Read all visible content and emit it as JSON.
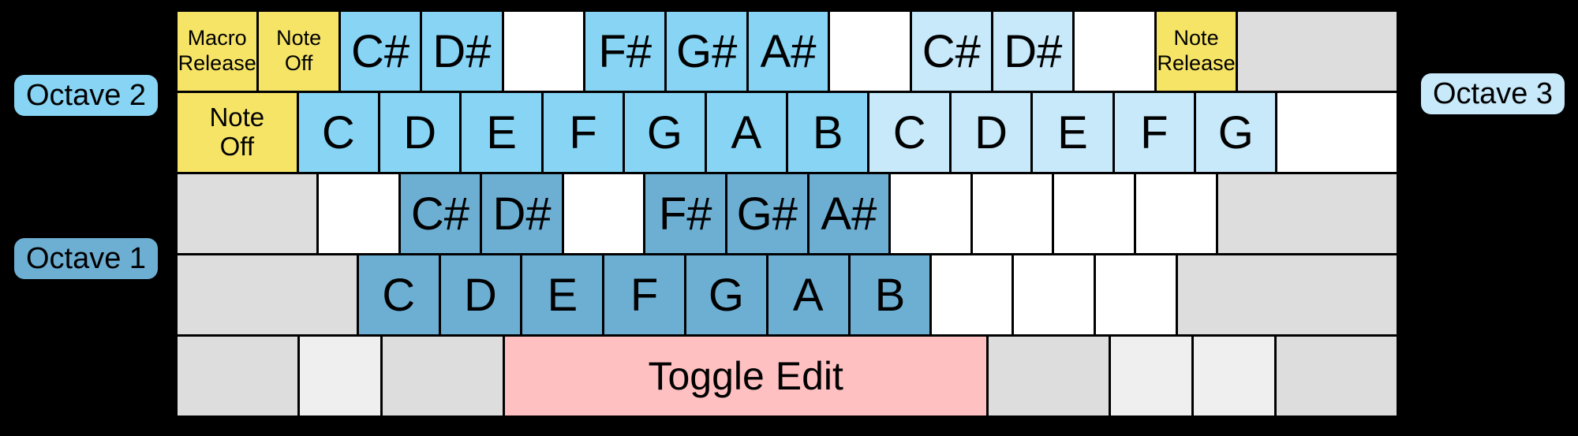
{
  "badges": {
    "octave2": "Octave 2",
    "octave1": "Octave 1",
    "octave3": "Octave 3"
  },
  "colors": {
    "octave1_blue": "#6DAFD3",
    "octave2_blue": "#87D4F4",
    "octave3_blue": "#C7E9FA",
    "function_yellow": "#F6E467",
    "toggle_pink": "#FFC0C1",
    "modifier_gray": "#DDDDDD",
    "modifier_light_gray": "#EFEFEF",
    "unassigned_white": "#FFFFFF",
    "background_black": "#000000"
  },
  "keyboard": {
    "rows": [
      {
        "name": "number-row",
        "keys": [
          {
            "label": "Macro\nRelease",
            "color": "function_yellow",
            "w": 1,
            "size": "s"
          },
          {
            "label": "Note\nOff",
            "color": "function_yellow",
            "w": 1,
            "size": "s"
          },
          {
            "label": "C#",
            "color": "octave2_blue",
            "w": 1,
            "size": "xl"
          },
          {
            "label": "D#",
            "color": "octave2_blue",
            "w": 1,
            "size": "xl"
          },
          {
            "label": "",
            "color": "unassigned_white",
            "w": 1,
            "size": "xl"
          },
          {
            "label": "F#",
            "color": "octave2_blue",
            "w": 1,
            "size": "xl"
          },
          {
            "label": "G#",
            "color": "octave2_blue",
            "w": 1,
            "size": "xl"
          },
          {
            "label": "A#",
            "color": "octave2_blue",
            "w": 1,
            "size": "xl"
          },
          {
            "label": "",
            "color": "unassigned_white",
            "w": 1,
            "size": "xl"
          },
          {
            "label": "C#",
            "color": "octave3_blue",
            "w": 1,
            "size": "xl"
          },
          {
            "label": "D#",
            "color": "octave3_blue",
            "w": 1,
            "size": "xl"
          },
          {
            "label": "",
            "color": "unassigned_white",
            "w": 1,
            "size": "xl"
          },
          {
            "label": "Note\nRelease",
            "color": "function_yellow",
            "w": 1,
            "size": "s"
          },
          {
            "label": "",
            "color": "modifier_gray",
            "w": 2,
            "size": "xl"
          }
        ]
      },
      {
        "name": "upper-letter-row",
        "keys": [
          {
            "label": "Note\nOff",
            "color": "function_yellow",
            "w": 1.5,
            "size": "m"
          },
          {
            "label": "C",
            "color": "octave2_blue",
            "w": 1,
            "size": "xl"
          },
          {
            "label": "D",
            "color": "octave2_blue",
            "w": 1,
            "size": "xl"
          },
          {
            "label": "E",
            "color": "octave2_blue",
            "w": 1,
            "size": "xl"
          },
          {
            "label": "F",
            "color": "octave2_blue",
            "w": 1,
            "size": "xl"
          },
          {
            "label": "G",
            "color": "octave2_blue",
            "w": 1,
            "size": "xl"
          },
          {
            "label": "A",
            "color": "octave2_blue",
            "w": 1,
            "size": "xl"
          },
          {
            "label": "B",
            "color": "octave2_blue",
            "w": 1,
            "size": "xl"
          },
          {
            "label": "C",
            "color": "octave3_blue",
            "w": 1,
            "size": "xl"
          },
          {
            "label": "D",
            "color": "octave3_blue",
            "w": 1,
            "size": "xl"
          },
          {
            "label": "E",
            "color": "octave3_blue",
            "w": 1,
            "size": "xl"
          },
          {
            "label": "F",
            "color": "octave3_blue",
            "w": 1,
            "size": "xl"
          },
          {
            "label": "G",
            "color": "octave3_blue",
            "w": 1,
            "size": "xl"
          },
          {
            "label": "",
            "color": "unassigned_white",
            "w": 1.5,
            "size": "xl"
          }
        ]
      },
      {
        "name": "home-row",
        "keys": [
          {
            "label": "",
            "color": "modifier_gray",
            "w": 1.75,
            "size": "xl"
          },
          {
            "label": "",
            "color": "unassigned_white",
            "w": 1,
            "size": "xl"
          },
          {
            "label": "C#",
            "color": "octave1_blue",
            "w": 1,
            "size": "xl"
          },
          {
            "label": "D#",
            "color": "octave1_blue",
            "w": 1,
            "size": "xl"
          },
          {
            "label": "",
            "color": "unassigned_white",
            "w": 1,
            "size": "xl"
          },
          {
            "label": "F#",
            "color": "octave1_blue",
            "w": 1,
            "size": "xl"
          },
          {
            "label": "G#",
            "color": "octave1_blue",
            "w": 1,
            "size": "xl"
          },
          {
            "label": "A#",
            "color": "octave1_blue",
            "w": 1,
            "size": "xl"
          },
          {
            "label": "",
            "color": "unassigned_white",
            "w": 1,
            "size": "xl"
          },
          {
            "label": "",
            "color": "unassigned_white",
            "w": 1,
            "size": "xl"
          },
          {
            "label": "",
            "color": "unassigned_white",
            "w": 1,
            "size": "xl"
          },
          {
            "label": "",
            "color": "unassigned_white",
            "w": 1,
            "size": "xl"
          },
          {
            "label": "",
            "color": "modifier_gray",
            "w": 2.25,
            "size": "xl"
          }
        ]
      },
      {
        "name": "lower-letter-row",
        "keys": [
          {
            "label": "",
            "color": "modifier_gray",
            "w": 2.25,
            "size": "xl"
          },
          {
            "label": "C",
            "color": "octave1_blue",
            "w": 1,
            "size": "xl"
          },
          {
            "label": "D",
            "color": "octave1_blue",
            "w": 1,
            "size": "xl"
          },
          {
            "label": "E",
            "color": "octave1_blue",
            "w": 1,
            "size": "xl"
          },
          {
            "label": "F",
            "color": "octave1_blue",
            "w": 1,
            "size": "xl"
          },
          {
            "label": "G",
            "color": "octave1_blue",
            "w": 1,
            "size": "xl"
          },
          {
            "label": "A",
            "color": "octave1_blue",
            "w": 1,
            "size": "xl"
          },
          {
            "label": "B",
            "color": "octave1_blue",
            "w": 1,
            "size": "xl"
          },
          {
            "label": "",
            "color": "unassigned_white",
            "w": 1,
            "size": "xl"
          },
          {
            "label": "",
            "color": "unassigned_white",
            "w": 1,
            "size": "xl"
          },
          {
            "label": "",
            "color": "unassigned_white",
            "w": 1,
            "size": "xl"
          },
          {
            "label": "",
            "color": "modifier_gray",
            "w": 2.75,
            "size": "xl"
          }
        ]
      },
      {
        "name": "modifier-row",
        "keys": [
          {
            "label": "",
            "color": "modifier_gray",
            "w": 1.5,
            "size": "xl"
          },
          {
            "label": "",
            "color": "modifier_light_gray",
            "w": 1,
            "size": "xl"
          },
          {
            "label": "",
            "color": "modifier_gray",
            "w": 1.5,
            "size": "xl"
          },
          {
            "label": "Toggle Edit",
            "color": "toggle_pink",
            "w": 6,
            "size": "l"
          },
          {
            "label": "",
            "color": "modifier_gray",
            "w": 1.5,
            "size": "xl"
          },
          {
            "label": "",
            "color": "modifier_light_gray",
            "w": 1,
            "size": "xl"
          },
          {
            "label": "",
            "color": "modifier_light_gray",
            "w": 1,
            "size": "xl"
          },
          {
            "label": "",
            "color": "modifier_gray",
            "w": 1.5,
            "size": "xl"
          }
        ]
      }
    ]
  }
}
